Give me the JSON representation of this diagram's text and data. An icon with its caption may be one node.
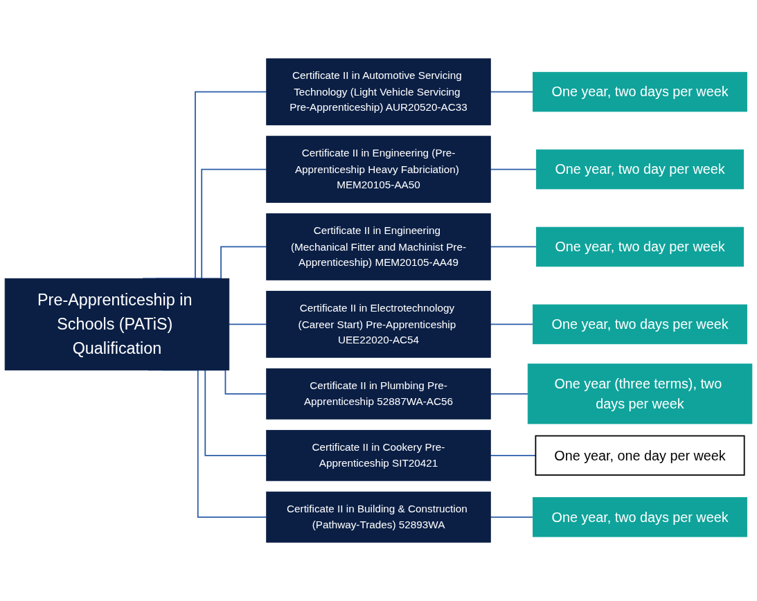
{
  "diagram": {
    "nodes": [
      {
        "text": [
          "Pre-Apprenticeship in Schools (PATiS) Qualification"
        ]
      },
      {
        "text": [
          "Certificate II in Automotive Servicing Technology (Light Vehicle Servicing Pre-Apprenticeship) AUR20520-AC33"
        ]
      },
      {
        "text": [
          "One year, two days per week"
        ]
      },
      {
        "text": [
          "Certificate II in Engineering (Pre-Apprenticeship Heavy Fabriciation) MEM20105-AA50"
        ]
      },
      {
        "text": [
          "One year, two day per week"
        ]
      },
      {
        "text": [
          "Certificate II in Engineering (Mechanical Fitter and Machinist Pre-Apprenticeship) MEM20105-AA49"
        ]
      },
      {
        "text": [
          "One year, two day per week"
        ]
      },
      {
        "text": [
          "Certificate II in Electrotechnology (Career Start) Pre-Apprenticeship UEE22020-AC54"
        ]
      },
      {
        "text": [
          "One year, two days per week"
        ]
      },
      {
        "text": [
          "Certificate II in Plumbing Pre-Apprenticeship 52887WA-AC56"
        ]
      },
      {
        "text": [
          "One year (three terms), two days per week"
        ]
      },
      {
        "text": [
          "Certificate II in Cookery Pre-Apprenticeship SIT20421"
        ]
      },
      {
        "text": [
          "One year, one day per week"
        ]
      },
      {
        "text": [
          "Certificate II in Building & Construction (Pathway-Trades) 52893WA"
        ]
      },
      {
        "text": [
          "One year, two days per week"
        ]
      }
    ],
    "edges": [
      {
        "from": 0,
        "to": 1,
        "arrow": "none"
      },
      {
        "from": 0,
        "to": 3,
        "arrow": "none"
      },
      {
        "from": 0,
        "to": 5,
        "arrow": "none"
      },
      {
        "from": 0,
        "to": 7,
        "arrow": "none"
      },
      {
        "from": 0,
        "to": 9,
        "arrow": "none"
      },
      {
        "from": 0,
        "to": 11,
        "arrow": "none"
      },
      {
        "from": 0,
        "to": 13,
        "arrow": "none"
      },
      {
        "from": 1,
        "to": 2,
        "arrow": "none"
      },
      {
        "from": 3,
        "to": 4,
        "arrow": "none"
      },
      {
        "from": 5,
        "to": 6,
        "arrow": "none"
      },
      {
        "from": 7,
        "to": 8,
        "arrow": "none"
      },
      {
        "from": 9,
        "to": 10,
        "arrow": "none"
      },
      {
        "from": 11,
        "to": 12,
        "arrow": "none"
      },
      {
        "from": 13,
        "to": 14,
        "arrow": "none"
      }
    ]
  }
}
